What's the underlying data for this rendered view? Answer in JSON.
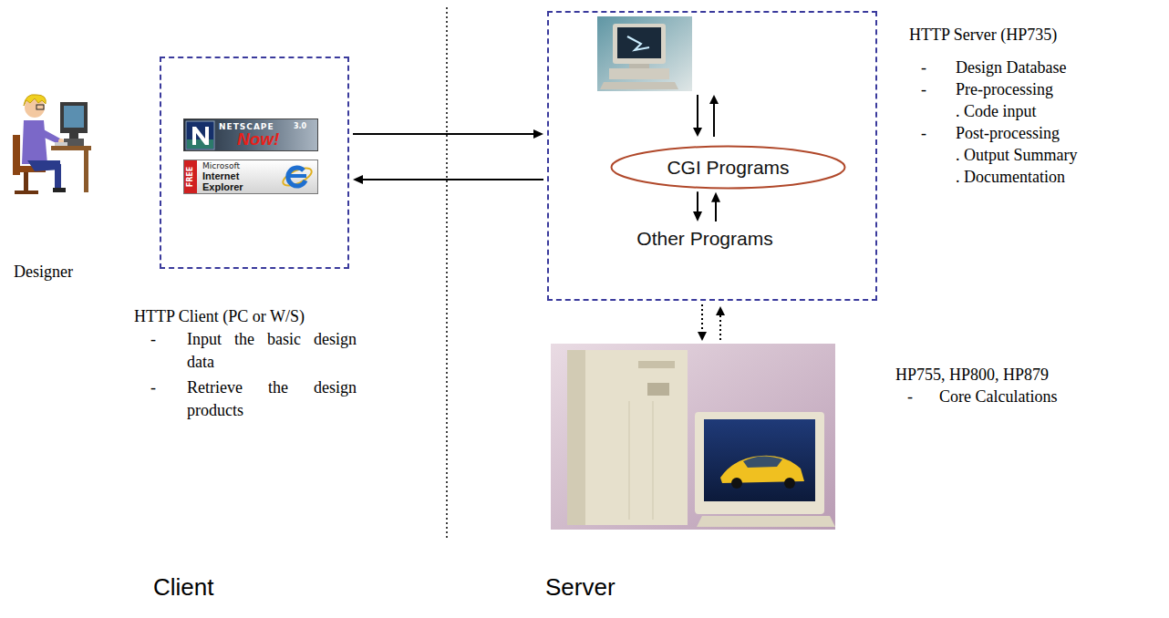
{
  "diagram": {
    "nodes": [
      {
        "text": []
      },
      {
        "text": [
          "NETSCAPE",
          "Now!",
          "3.0"
        ],
        "in": 0
      },
      {
        "text": [
          "FREE",
          "Microsoft",
          "Internet Explorer"
        ],
        "in": 0
      },
      {
        "text": []
      },
      {
        "text": [
          "CGI Programs"
        ],
        "in": 3
      },
      {
        "text": [
          "Other Programs"
        ],
        "in": 3
      }
    ],
    "edges": [
      {
        "from": 0,
        "to": 3,
        "arrow": "to"
      },
      {
        "from": 3,
        "to": 0,
        "arrow": "to"
      },
      {
        "from": 4,
        "to": 5,
        "arrow": "to"
      },
      {
        "from": 5,
        "to": 4,
        "arrow": "to"
      }
    ],
    "labels": [
      "Designer",
      "HTTP Client (PC or W/S)",
      "-",
      "Input the basic design data",
      "-",
      "Retrieve the design products",
      "HTTP Server (HP735)",
      "-",
      "Design Database",
      "-",
      "Pre-processing",
      ". Code input",
      "-",
      "Post-processing",
      ". Output Summary",
      ". Documentation",
      "HP755, HP800, HP879",
      "-",
      "Core Calculations",
      "Client",
      "Server"
    ]
  }
}
